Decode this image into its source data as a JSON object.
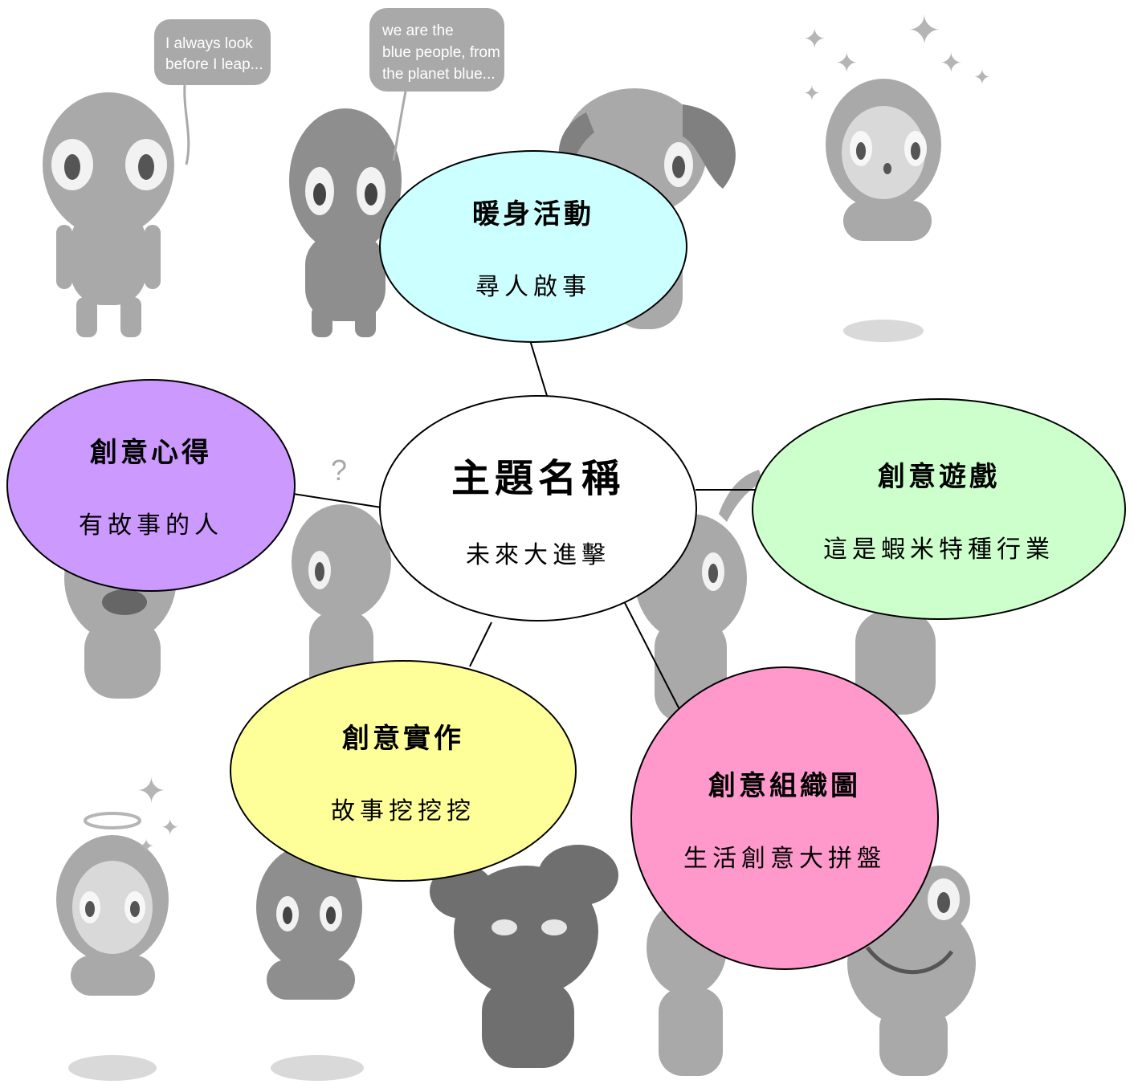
{
  "background": {
    "speech_bubbles": [
      {
        "lines": [
          "I always look",
          "before I leap..."
        ]
      },
      {
        "lines": [
          "we are the",
          "blue people, from",
          "the planet blue..."
        ]
      }
    ],
    "question_mark": "?"
  },
  "diagram": {
    "center": {
      "title": "主題名稱",
      "subtitle": "未來大進擊",
      "color": "#ffffff"
    },
    "branches": [
      {
        "id": "warmup",
        "title": "暖身活動",
        "subtitle": "尋人啟事",
        "color": "#ccffff"
      },
      {
        "id": "reflection",
        "title": "創意心得",
        "subtitle": "有故事的人",
        "color": "#cc99ff"
      },
      {
        "id": "game",
        "title": "創意遊戲",
        "subtitle": "這是蝦米特種行業",
        "color": "#ccffcc"
      },
      {
        "id": "practice",
        "title": "創意實作",
        "subtitle": "故事挖挖挖",
        "color": "#ffff99"
      },
      {
        "id": "map",
        "title": "創意組織圖",
        "subtitle": "生活創意大拼盤",
        "color": "#ff99cc"
      }
    ]
  }
}
